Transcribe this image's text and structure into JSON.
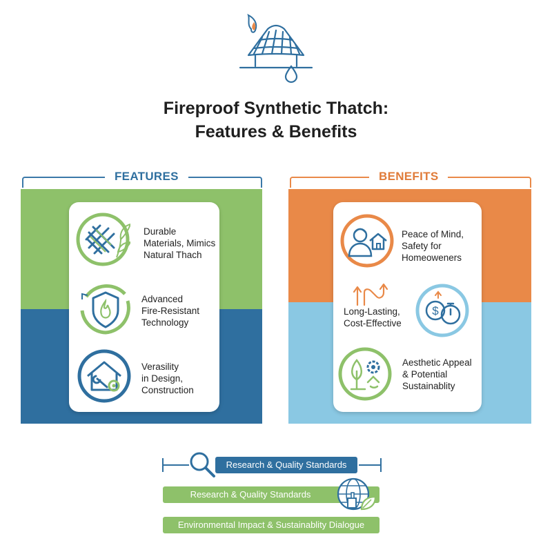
{
  "title": {
    "line1": "Fireproof Synthetic Thatch:",
    "line2": "Features & Benefits"
  },
  "features": {
    "header": "FEATURES",
    "items": [
      {
        "lines": [
          "Durable",
          "Materials, Mimics",
          "Natural Thach"
        ],
        "icon": "woven-thatch-leaf-icon"
      },
      {
        "lines": [
          "Advanced",
          "Fire-Resistant",
          "Technology"
        ],
        "icon": "fire-shield-icon"
      },
      {
        "lines": [
          "Verasility",
          "in Design,",
          "Construction"
        ],
        "icon": "house-wrench-gear-icon"
      }
    ]
  },
  "benefits": {
    "header": "BENEFITS",
    "items": [
      {
        "lines": [
          "Peace of Mind,",
          "Safety for",
          "Homeoweners"
        ],
        "icon": "person-house-icon"
      },
      {
        "lines": [
          "Long-Lasting,",
          "Cost-Effective"
        ],
        "icon": "dollar-stopwatch-icon"
      },
      {
        "lines": [
          "Aesthetic Appeal",
          "& Potential",
          "Sustainablity"
        ],
        "icon": "tree-gear-recycle-icon"
      }
    ]
  },
  "bottom": {
    "bar1": "Research & Quality Standards",
    "bar2": "Research & Quality Standards",
    "bar3": "Environmental Impact & Sustainablity Dialogue"
  },
  "colors": {
    "green": "#8ec16a",
    "dark_blue": "#2f6f9f",
    "orange": "#e98948",
    "light_blue": "#8ac8e3"
  }
}
